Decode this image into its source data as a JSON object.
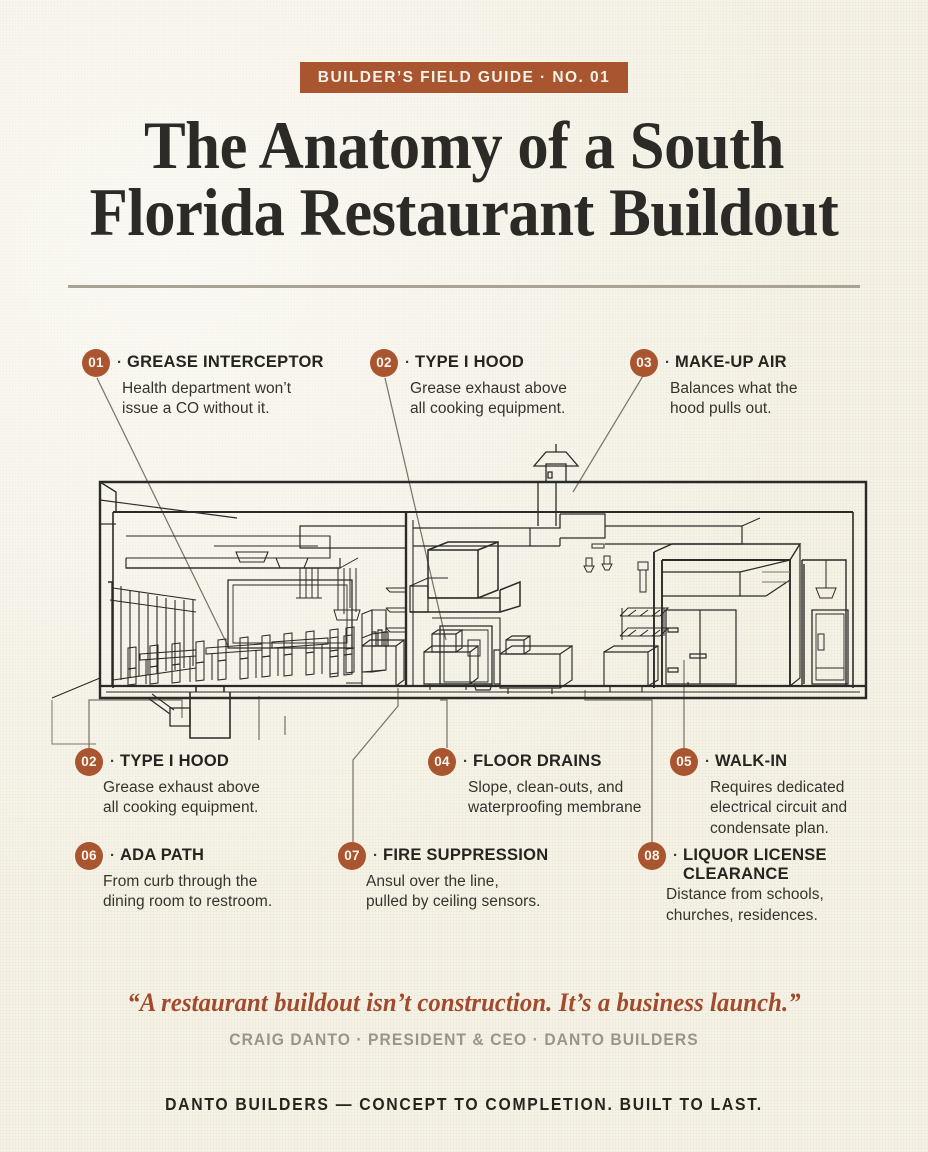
{
  "header": {
    "kicker": "BUILDER’S FIELD GUIDE · NO. 01",
    "title_line1": "The Anatomy of a South",
    "title_line2": "Florida Restaurant Buildout"
  },
  "colors": {
    "background": "#f5f2e6",
    "accent_rust": "#a9552f",
    "ink": "#26241f",
    "rule_gray": "#a9a395",
    "quote_rust": "#a24a2c",
    "attrib_gray": "#9a9588",
    "leader_gray": "#7d7668"
  },
  "callouts": [
    {
      "num": "01",
      "sep": "·",
      "title": "GREASE INTERCEPTOR",
      "body_line1": "Health department won’t",
      "body_line2": "issue a CO without it.",
      "body_line3": ""
    },
    {
      "num": "02",
      "sep": "·",
      "title": "TYPE I HOOD",
      "body_line1": "Grease exhaust above",
      "body_line2": "all cooking equipment.",
      "body_line3": ""
    },
    {
      "num": "03",
      "sep": "·",
      "title": "MAKE-UP AIR",
      "body_line1": "Balances what the",
      "body_line2": "hood pulls out.",
      "body_line3": ""
    },
    {
      "num": "02",
      "sep": "·",
      "title": "TYPE I HOOD",
      "body_line1": "Grease exhaust above",
      "body_line2": "all cooking equipment.",
      "body_line3": ""
    },
    {
      "num": "04",
      "sep": "·",
      "title": "FLOOR DRAINS",
      "body_line1": "Slope, clean-outs, and",
      "body_line2": "waterproofing membrane",
      "body_line3": ""
    },
    {
      "num": "05",
      "sep": "·",
      "title": "WALK-IN",
      "body_line1": "Requires dedicated",
      "body_line2": "electrical circuit and",
      "body_line3": "condensate plan."
    },
    {
      "num": "06",
      "sep": "·",
      "title": "ADA PATH",
      "body_line1": "From curb through the",
      "body_line2": "dining room to restroom.",
      "body_line3": ""
    },
    {
      "num": "07",
      "sep": "·",
      "title": "FIRE SUPPRESSION",
      "body_line1": "Ansul over the line,",
      "body_line2": "pulled by ceiling sensors.",
      "body_line3": ""
    },
    {
      "num": "08",
      "sep": "·",
      "title": "LIQUOR LICENSE",
      "title2": "CLEARANCE",
      "body_line1": "Distance from schools,",
      "body_line2": "churches, residences.",
      "body_line3": ""
    }
  ],
  "illustration": {
    "caption": "restaurant-building-cross-section",
    "elements": [
      "dining-room",
      "kitchen",
      "type-1-hood",
      "rooftop-vent",
      "walk-in-cooler",
      "restroom",
      "grease-interceptor",
      "ductwork",
      "storefront-glazing"
    ]
  },
  "quote": {
    "text": "“A restaurant buildout isn’t construction. It’s a business launch.”",
    "attribution": "CRAIG DANTO · PRESIDENT & CEO · DANTO BUILDERS"
  },
  "footer": {
    "text": "DANTO BUILDERS — CONCEPT TO COMPLETION. BUILT TO LAST."
  }
}
